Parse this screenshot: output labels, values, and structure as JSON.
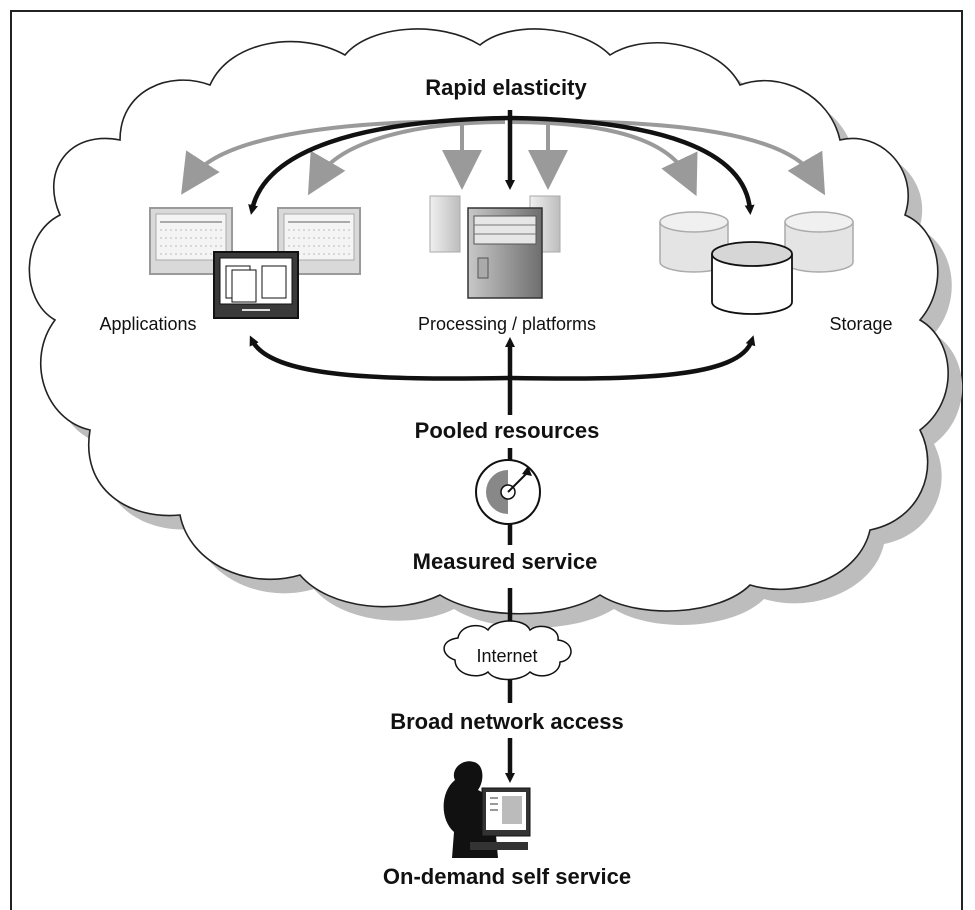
{
  "labels": {
    "rapid_elasticity": "Rapid elasticity",
    "applications": "Applications",
    "processing": "Processing / platforms",
    "storage": "Storage",
    "pooled_resources": "Pooled resources",
    "measured_service": "Measured service",
    "internet": "Internet",
    "broad_network_access": "Broad network access",
    "on_demand": "On-demand self service"
  },
  "icons": [
    "applications-icon",
    "server-icon",
    "storage-icon",
    "meter-icon",
    "internet-cloud-icon",
    "user-at-computer-icon"
  ],
  "colors": {
    "arrow_dark": "#111111",
    "arrow_light": "#9a9a9a",
    "cloud_shadow": "#bdbdbd"
  }
}
